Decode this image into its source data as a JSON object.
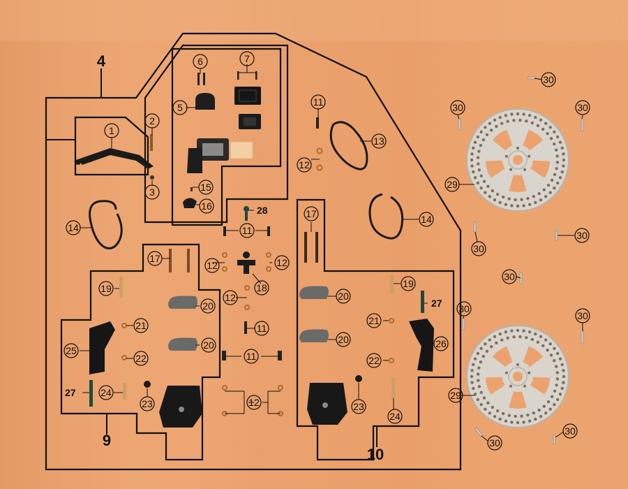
{
  "groups": {
    "g4": "4",
    "g9": "9",
    "g10": "10"
  },
  "callouts": {
    "c1": "1",
    "c2": "2",
    "c3": "3",
    "c5": "5",
    "c6": "6",
    "c7": "7",
    "c11a": "11",
    "c11b": "11",
    "c11c": "11",
    "c11d": "11",
    "c12a": "12",
    "c12b": "12",
    "c12c": "12",
    "c12d": "12",
    "c12e": "12",
    "c13": "13",
    "c14a": "14",
    "c14b": "14",
    "c15": "15",
    "c16": "16",
    "c17a": "17",
    "c17b": "17",
    "c18": "18",
    "c19a": "19",
    "c19b": "19",
    "c20a": "20",
    "c20b": "20",
    "c20c": "20",
    "c20d": "20",
    "c21a": "21",
    "c21b": "21",
    "c22a": "22",
    "c22b": "22",
    "c23a": "23",
    "c23b": "23",
    "c24a": "24",
    "c24b": "24",
    "c25": "25",
    "c26": "26",
    "c29a": "29",
    "c29b": "29",
    "c30a": "30",
    "c30b": "30",
    "c30c": "30",
    "c30d": "30",
    "c30e": "30",
    "c30f": "30",
    "c30g": "30",
    "c30h": "30",
    "c30i": "30",
    "c30j": "30"
  },
  "plain_labels": {
    "p27a": "27",
    "p27b": "27",
    "p28": "28"
  },
  "colors": {
    "wood": "#eca26e",
    "outline": "#111111",
    "caliper": "#1b1b1b",
    "disc": "#d9d4cc",
    "disc_shadow": "#b8b2a8",
    "hole": "#7d6f5f",
    "pad": "#5a5a58"
  }
}
